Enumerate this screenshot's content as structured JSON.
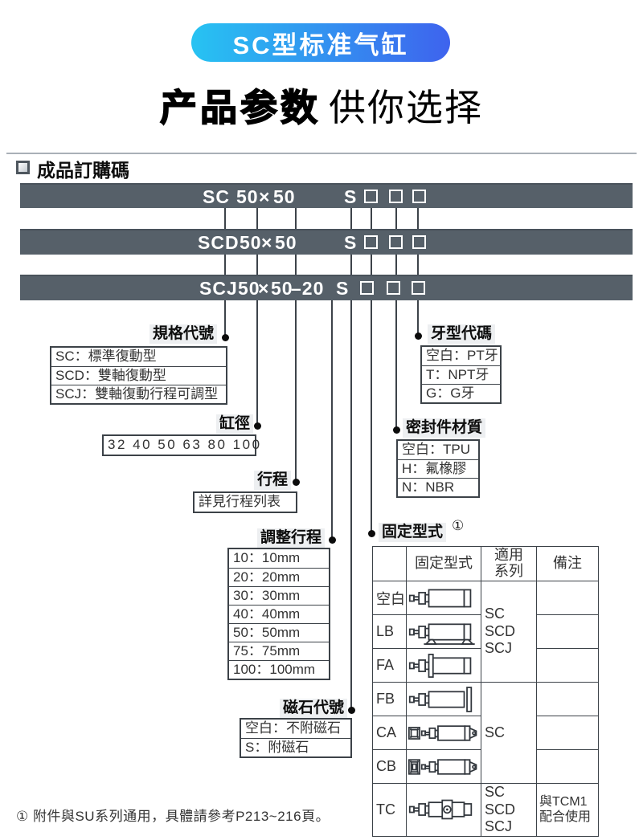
{
  "badge": {
    "text": "SC型标准气缸",
    "gradient_left": "#27c3f2",
    "gradient_right": "#3e63ee"
  },
  "title": {
    "emphasis": "产品参数",
    "normal": "供你选择"
  },
  "section": {
    "heading": "成品訂購碼"
  },
  "order_codes": {
    "bar1": {
      "series": "SC",
      "bore": "50",
      "multiply": "×",
      "stroke": "50",
      "magnet": "S",
      "blank_boxes": 3
    },
    "bar2": {
      "series": "SCD",
      "bore": "50",
      "multiply": "×",
      "stroke": "50",
      "magnet": "S",
      "blank_boxes": 3
    },
    "bar3": {
      "series": "SCJ",
      "bore": "50",
      "multiply": "×",
      "stroke": "50",
      "adjust": "–20",
      "magnet": "S",
      "blank_boxes": 3
    }
  },
  "callouts": {
    "spec_code": {
      "title": "規格代號",
      "items": [
        "SC：標準復動型",
        "SCD：雙軸復動型",
        "SCJ：雙軸復動行程可調型"
      ]
    },
    "thread_code": {
      "title": "牙型代碼",
      "items": [
        "空白：PT牙",
        "T：NPT牙",
        "G：G牙"
      ]
    },
    "bore": {
      "title": "缸徑",
      "items": [
        "32 40 50 63 80 100"
      ]
    },
    "seal_material": {
      "title": "密封件材質",
      "items": [
        "空白：TPU",
        "H：氟橡膠",
        "N：NBR"
      ]
    },
    "stroke": {
      "title": "行程",
      "items": [
        "詳見行程列表"
      ]
    },
    "adjust_stroke": {
      "title": "調整行程",
      "items": [
        "10：10mm",
        "20：20mm",
        "30：30mm",
        "40：40mm",
        "50：50mm",
        "75：75mm",
        "100：100mm"
      ]
    },
    "magnet_code": {
      "title": "磁石代號",
      "items": [
        "空白：不附磁石",
        "S：附磁石"
      ]
    },
    "mounting": {
      "title": "固定型式",
      "footnote_ref": "①"
    }
  },
  "mounting_table": {
    "headers": {
      "code": "",
      "type": "固定型式",
      "series": "適用\n系列",
      "remark": "備注"
    },
    "rows": [
      {
        "code": "空白",
        "icon": "cylinder-basic-icon"
      },
      {
        "code": "LB",
        "icon": "cylinder-foot-mount-icon"
      },
      {
        "code": "FA",
        "icon": "cylinder-front-flange-icon"
      },
      {
        "code": "FB",
        "icon": "cylinder-rear-flange-icon"
      },
      {
        "code": "CA",
        "icon": "cylinder-clevis-single-icon"
      },
      {
        "code": "CB",
        "icon": "cylinder-clevis-double-icon"
      },
      {
        "code": "TC",
        "icon": "cylinder-trunnion-icon"
      }
    ],
    "series_cells": {
      "group_basic_lb_fa": "SC\nSCD\nSCJ",
      "group_fb_ca_cb": "SC",
      "tc": "SC SCD\nSCJ"
    },
    "remarks": {
      "tc": "與TCM1\n配合使用"
    }
  },
  "footnote": "① 附件與SU系列通用，具體請參考P213~216頁。"
}
